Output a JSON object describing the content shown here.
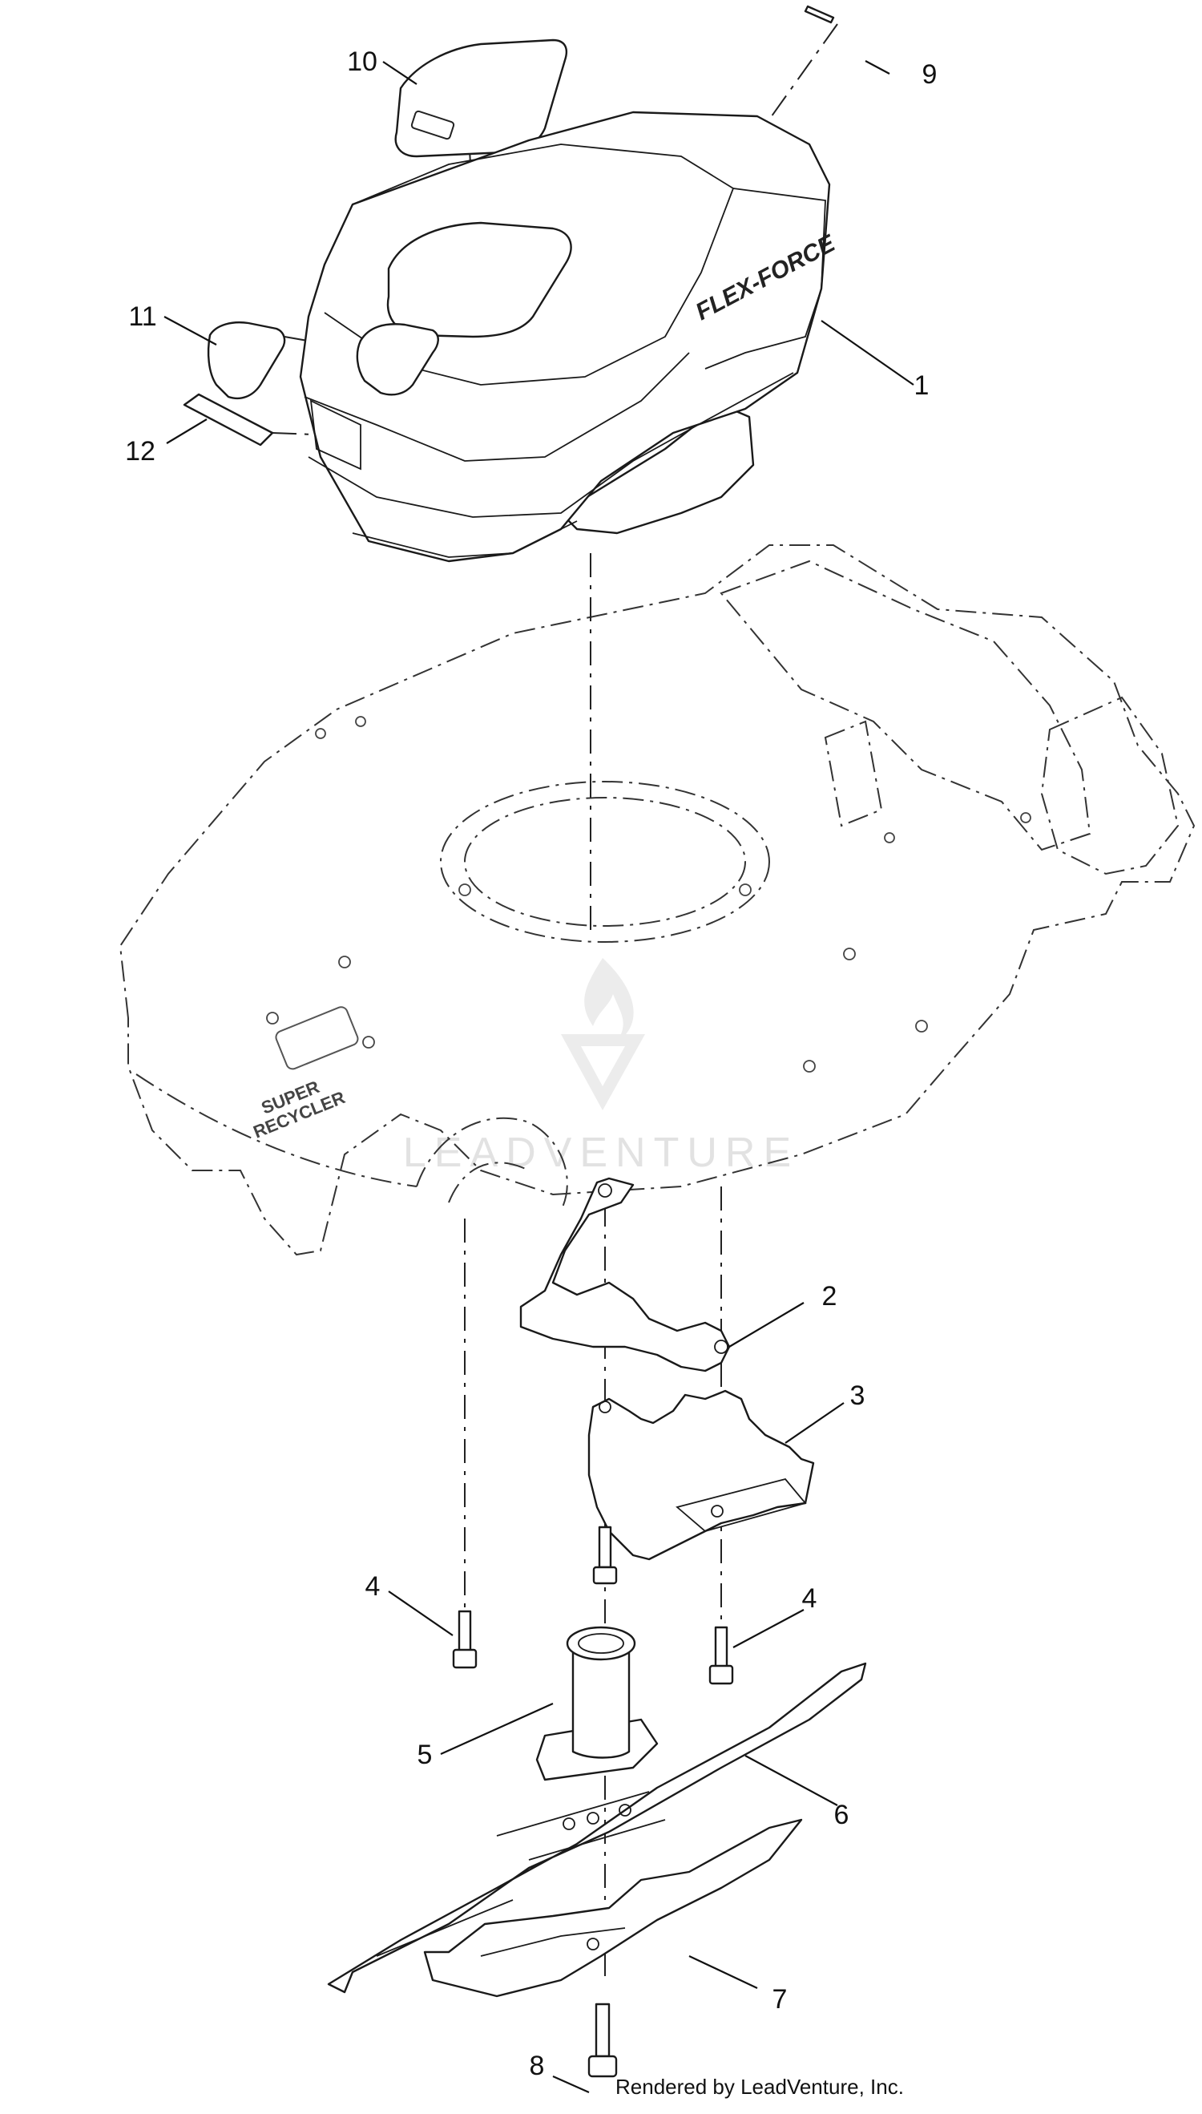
{
  "watermark": "LEADVENTURE",
  "footer_credit": "Rendered by LeadVenture, Inc.",
  "engine_brand": "FLEX-FORCE",
  "deck_decal": [
    "SUPER",
    "RECYCLER"
  ],
  "callouts": [
    {
      "id": "1",
      "label": "1"
    },
    {
      "id": "2",
      "label": "2"
    },
    {
      "id": "3",
      "label": "3"
    },
    {
      "id": "4a",
      "label": "4"
    },
    {
      "id": "4b",
      "label": "4"
    },
    {
      "id": "5",
      "label": "5"
    },
    {
      "id": "6",
      "label": "6"
    },
    {
      "id": "7",
      "label": "7"
    },
    {
      "id": "8",
      "label": "8"
    },
    {
      "id": "9",
      "label": "9"
    },
    {
      "id": "10",
      "label": "10"
    },
    {
      "id": "11",
      "label": "11"
    },
    {
      "id": "12",
      "label": "12"
    }
  ]
}
